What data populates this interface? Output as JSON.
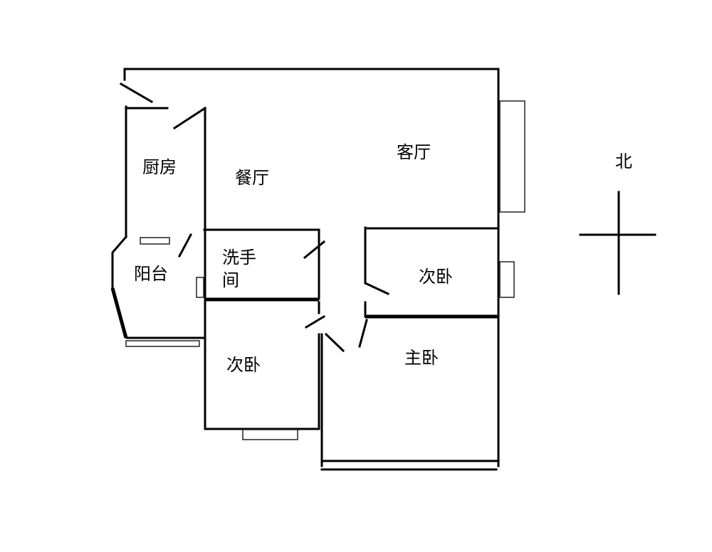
{
  "rooms": {
    "kitchen": "厨房",
    "dining": "餐厅",
    "living": "客厅",
    "balcony": "阳台",
    "bathroom_line1": "洗手",
    "bathroom_line2": "间",
    "bedroom_east": "次卧",
    "bedroom_south": "次卧",
    "master_bedroom": "主卧"
  },
  "compass": {
    "north_label": "北"
  }
}
